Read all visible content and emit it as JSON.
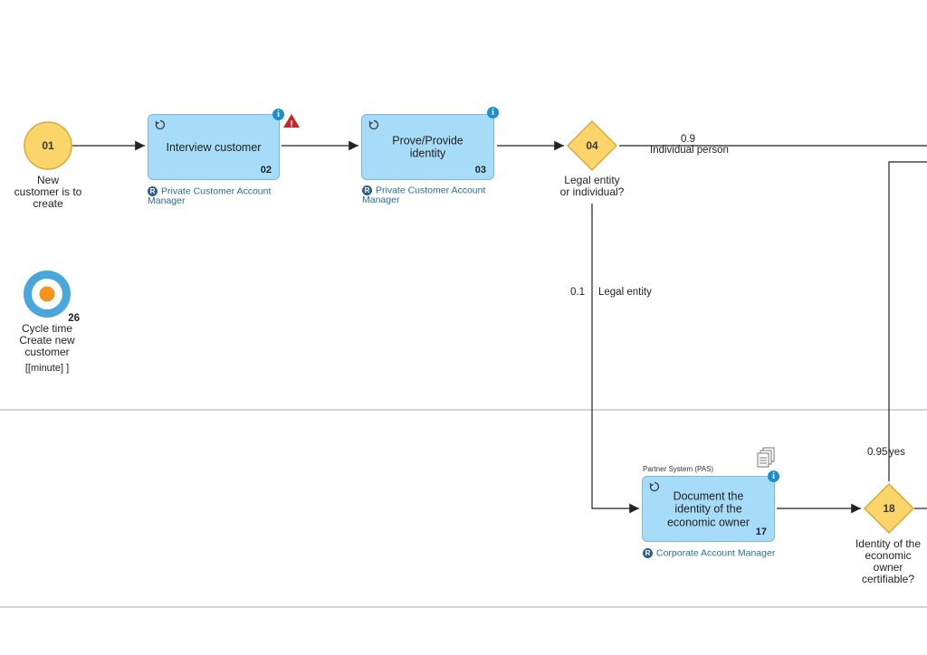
{
  "start_event": {
    "number": "01",
    "label_lines": [
      "New",
      "customer is to",
      "create"
    ]
  },
  "kpi": {
    "number": "26",
    "label_lines": [
      "Cycle time",
      "Create new",
      "customer"
    ],
    "unit": "[[minute]   ]"
  },
  "tasks": {
    "interview": {
      "title": "Interview customer",
      "number": "02",
      "role": "Private Customer Account Manager"
    },
    "prove": {
      "title": "Prove/Provide identity",
      "number": "03",
      "role": "Private Customer Account Manager"
    },
    "document": {
      "title": "Document the identity of the economic owner",
      "number": "17",
      "role": "Corporate Account Manager",
      "system": "Partner System (PAS)"
    }
  },
  "gateways": {
    "g04": {
      "number": "04",
      "label_lines": [
        "Legal entity",
        "or individual?"
      ]
    },
    "g18": {
      "number": "18",
      "label_lines": [
        "Identity of the",
        "economic",
        "owner",
        "certifiable?"
      ]
    }
  },
  "edges": {
    "individual_prob": "0.9",
    "individual_label": "Individual person",
    "legal_prob": "0.1",
    "legal_label": "Legal entity",
    "yes_prob": "0.95",
    "yes_label": "yes"
  },
  "icons": {
    "info": "i",
    "role_badge": "R",
    "warning": "!"
  },
  "colors": {
    "event_fill": "#fbd56a",
    "event_stroke": "#d9a93a",
    "task_fill": "#a6dcf7",
    "task_stroke": "#7ab8dd",
    "info_blue": "#1b8fd2",
    "warning_red": "#c62828",
    "kpi_ring": "#4aa7dc",
    "kpi_core": "#f5931e"
  }
}
